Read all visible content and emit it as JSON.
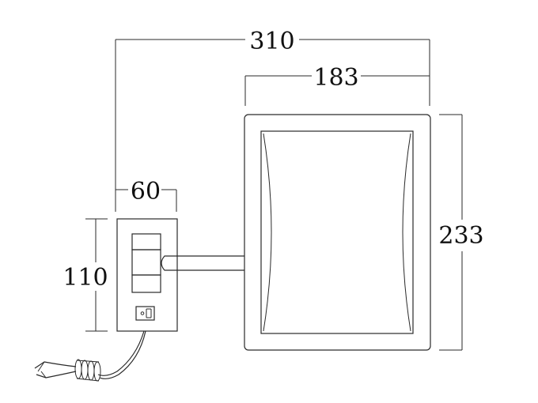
{
  "dimensions": {
    "total_width": "310",
    "mirror_width": "183",
    "mirror_height": "233",
    "plate_width": "60",
    "plate_height": "110"
  },
  "colors": {
    "line": "#2a2a2a",
    "background": "#ffffff"
  }
}
